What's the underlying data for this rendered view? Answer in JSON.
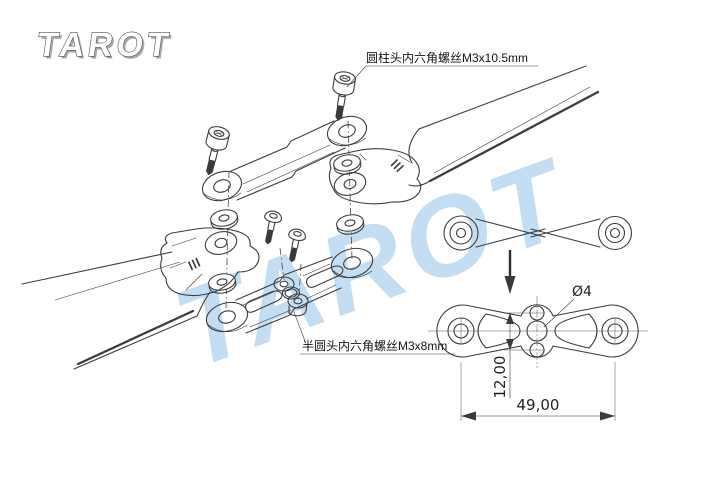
{
  "brand": {
    "logo_text": "TAROT"
  },
  "watermark": {
    "text": "TAROT",
    "color": "#b5d7ef"
  },
  "callouts": {
    "cap_screw": "圆柱头内六角螺丝M3x10.5mm",
    "button_screw": "半圆头内六角螺丝M3x8mm"
  },
  "dimensions": {
    "hole_diameter": "Ø4",
    "hole_spacing": "12,00",
    "overall_length": "49,00"
  },
  "drawing": {
    "line_color": "#3d3d3d",
    "background": "#ffffff"
  }
}
